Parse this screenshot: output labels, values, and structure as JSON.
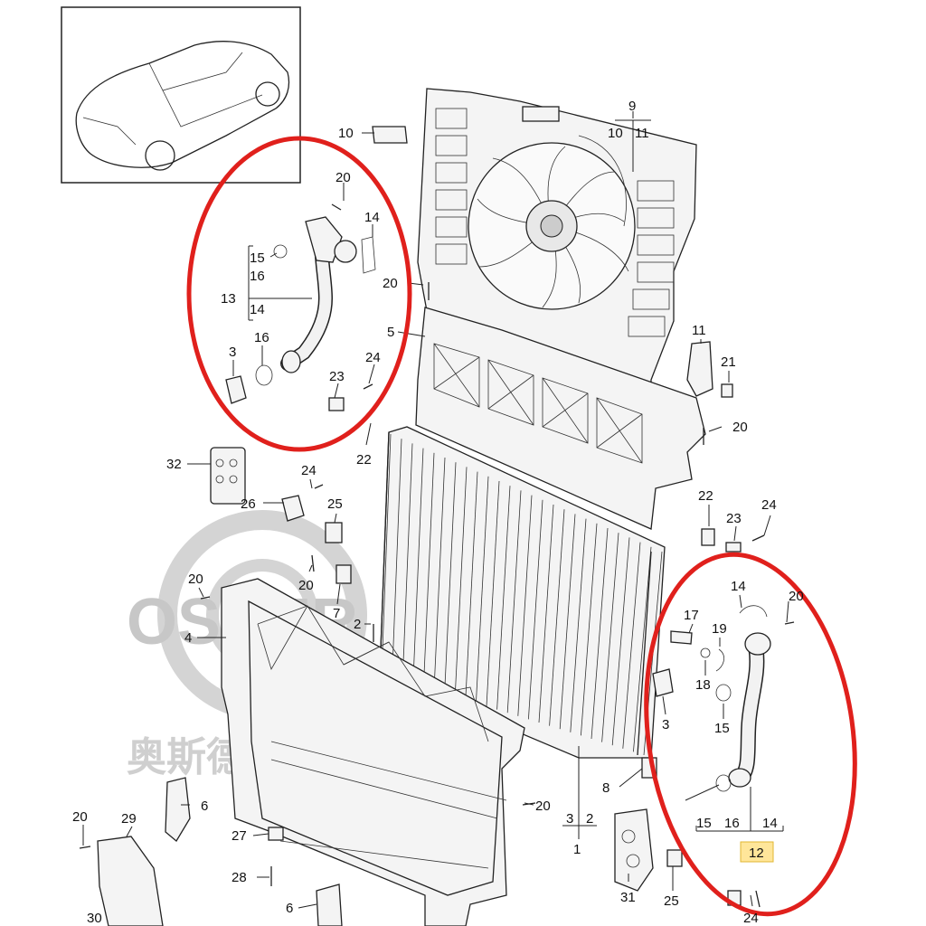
{
  "watermark": {
    "latin": "OSDER",
    "chinese": "奥斯德国际"
  },
  "highlight_color": "#e0201c",
  "labels": {
    "l10": "10",
    "l9": "9",
    "l10b": "10",
    "l11": "11",
    "l20a": "20",
    "l14a": "14",
    "l15a": "15",
    "l16a": "16",
    "l13": "13",
    "l14b": "14",
    "l3a": "3",
    "l16b": "16",
    "l23a": "23",
    "l24a": "24",
    "l20b": "20",
    "l5": "5",
    "l11b": "11",
    "l21": "21",
    "l20c": "20",
    "l22a": "22",
    "l32": "32",
    "l24b": "24",
    "l26": "26",
    "l25a": "25",
    "l22b": "22",
    "l23b": "23",
    "l24c": "24",
    "l20d": "20",
    "l20e": "20",
    "l7": "7",
    "l2a": "2",
    "l4": "4",
    "l14c": "14",
    "l20f": "20",
    "l17": "17",
    "l19": "19",
    "l18": "18",
    "l3b": "3",
    "l15b": "15",
    "l8": "8",
    "l3c": "3",
    "l2b": "2",
    "l1": "1",
    "l15c": "15",
    "l16c": "16",
    "l14d": "14",
    "l12": "12",
    "l20g": "20",
    "l29": "29",
    "l6a": "6",
    "l20h": "20",
    "l27": "27",
    "l28": "28",
    "l30": "30",
    "l6b": "6",
    "l31": "31",
    "l25b": "25",
    "l24d": "24"
  }
}
